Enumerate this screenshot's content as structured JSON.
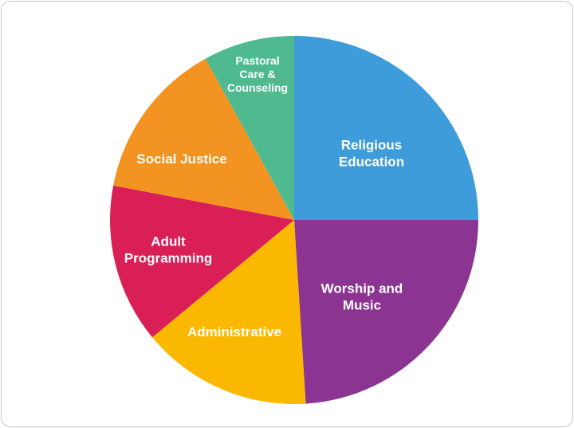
{
  "chart_data": {
    "type": "pie",
    "title": "",
    "slices": [
      {
        "label": "Religious Education",
        "lines": [
          "Religious",
          "Education"
        ],
        "value": 25,
        "color": "#3d9cd9"
      },
      {
        "label": "Worship and Music",
        "lines": [
          "Worship and",
          "Music"
        ],
        "value": 24,
        "color": "#8b3491"
      },
      {
        "label": "Administrative",
        "lines": [
          "Administrative"
        ],
        "value": 15,
        "color": "#fbb800"
      },
      {
        "label": "Adult Programming",
        "lines": [
          "Adult",
          "Programming"
        ],
        "value": 14,
        "color": "#d91f56"
      },
      {
        "label": "Social Justice",
        "lines": [
          "Social Justice"
        ],
        "value": 14,
        "color": "#f39322"
      },
      {
        "label": "Pastoral Care & Counseling",
        "lines": [
          "Pastoral",
          "Care &",
          "Counseling"
        ],
        "value": 8,
        "color": "#4fba90"
      }
    ]
  }
}
